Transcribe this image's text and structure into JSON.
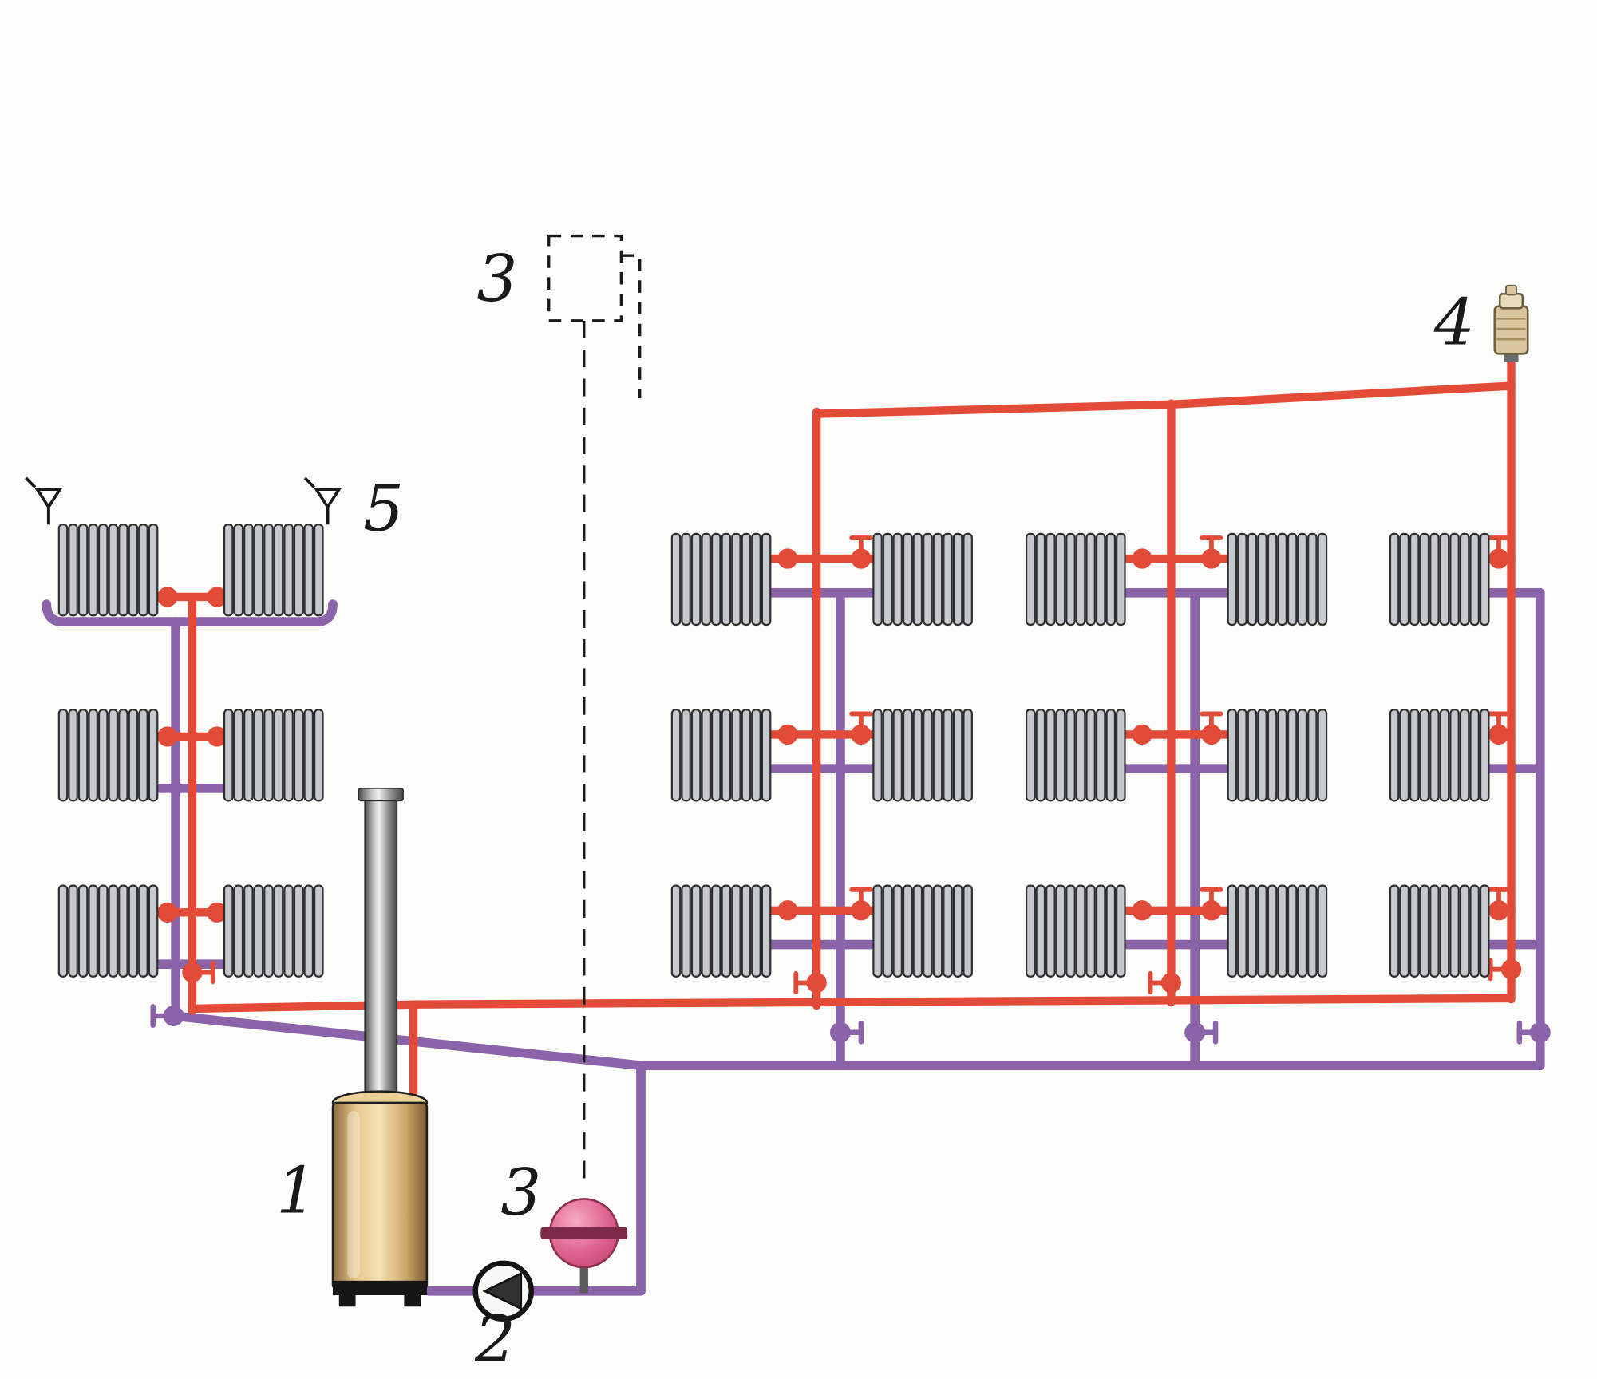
{
  "figure": {
    "type": "closed-heating-system-piping-diagram",
    "labels": {
      "boiler": "1",
      "pump": "2",
      "expansion_tank": "3",
      "air_vent": "4",
      "radiator_vent_valve": "5"
    },
    "colors": {
      "supply": "#e14b38",
      "return": "#8a63a8",
      "radiator_fill": "#c6c9cd",
      "radiator_stroke": "#2e2e2e",
      "boiler_body": "#e3c185",
      "tank": "#dd5f8d",
      "background": "#fcfcfa",
      "ink": "#1a1a1a"
    }
  }
}
